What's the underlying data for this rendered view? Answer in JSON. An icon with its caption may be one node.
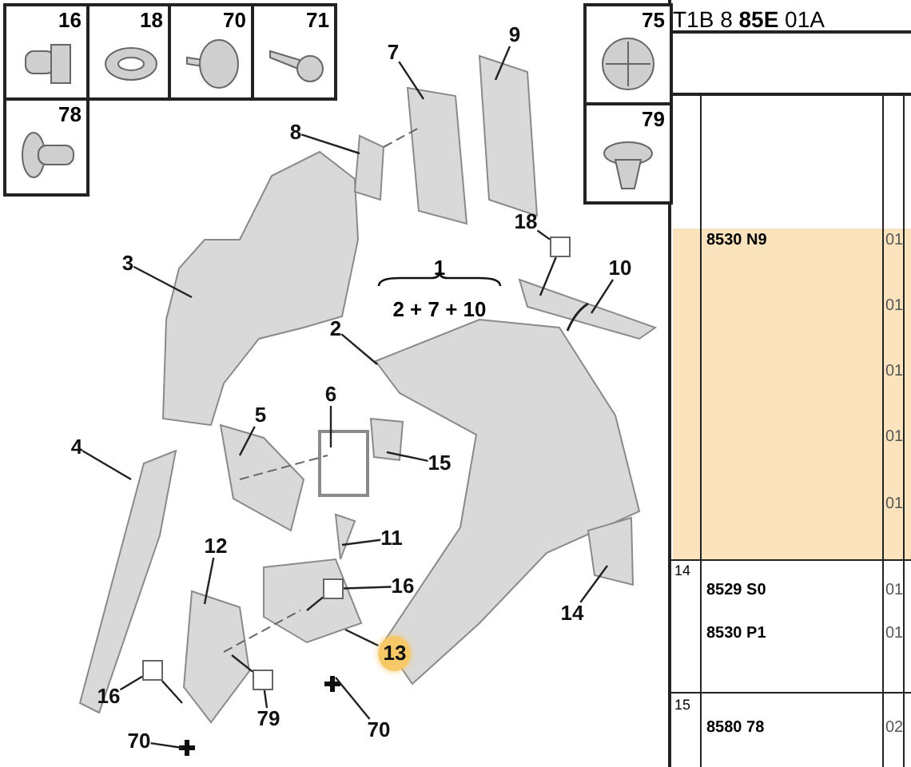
{
  "diagram": {
    "nodes": [
      {
        "text": [
          "16"
        ]
      },
      {
        "text": [
          "18"
        ]
      },
      {
        "text": [
          "70"
        ]
      },
      {
        "text": [
          "71"
        ]
      },
      {
        "text": [
          "75"
        ]
      },
      {
        "text": [
          "78"
        ]
      },
      {
        "text": [
          "79"
        ]
      },
      {
        "text": [
          "7"
        ]
      },
      {
        "text": [
          "9"
        ]
      },
      {
        "text": [
          "8"
        ]
      },
      {
        "text": [
          "18"
        ]
      },
      {
        "text": [],
        "shape": "box"
      },
      {
        "text": [
          "3"
        ]
      },
      {
        "text": [
          "10"
        ]
      },
      {
        "text": [
          "2"
        ]
      },
      {
        "text": [
          "4"
        ]
      },
      {
        "text": [
          "5"
        ]
      },
      {
        "text": [
          "6"
        ]
      },
      {
        "text": [
          "15"
        ]
      },
      {
        "text": [
          "11"
        ]
      },
      {
        "text": [
          "12"
        ]
      },
      {
        "text": [
          "16"
        ]
      },
      {
        "text": [],
        "shape": "box"
      },
      {
        "text": [
          "13"
        ]
      },
      {
        "text": [
          "14"
        ]
      },
      {
        "text": [
          "16"
        ]
      },
      {
        "text": [],
        "shape": "box"
      },
      {
        "text": [],
        "shape": "box"
      },
      {
        "text": [
          "79"
        ]
      },
      {
        "text": [
          "70"
        ]
      },
      {
        "text": [
          "70"
        ]
      }
    ],
    "edges": [
      {
        "from": 7,
        "to": null,
        "arrow": "none"
      },
      {
        "from": 8,
        "to": null,
        "arrow": "none"
      },
      {
        "from": 9,
        "to": null,
        "arrow": "none"
      },
      {
        "from": 10,
        "to": 11,
        "arrow": "none"
      },
      {
        "from": 11,
        "to": null,
        "arrow": "none"
      },
      {
        "from": 12,
        "to": null,
        "arrow": "none"
      },
      {
        "from": 13,
        "to": null,
        "arrow": "none"
      },
      {
        "from": 14,
        "to": null,
        "arrow": "none"
      },
      {
        "from": 15,
        "to": null,
        "arrow": "none"
      },
      {
        "from": 16,
        "to": null,
        "arrow": "none"
      },
      {
        "from": 17,
        "to": null,
        "arrow": "none"
      },
      {
        "from": 18,
        "to": null,
        "arrow": "none"
      },
      {
        "from": 19,
        "to": null,
        "arrow": "none"
      },
      {
        "from": 20,
        "to": null,
        "arrow": "none"
      },
      {
        "from": 21,
        "to": 22,
        "arrow": "none"
      },
      {
        "from": 22,
        "to": null,
        "arrow": "none"
      },
      {
        "from": 23,
        "to": null,
        "arrow": "none"
      },
      {
        "from": 24,
        "to": null,
        "arrow": "none"
      },
      {
        "from": 25,
        "to": 26,
        "arrow": "none"
      },
      {
        "from": 26,
        "to": null,
        "arrow": "none"
      },
      {
        "from": 28,
        "to": 27,
        "arrow": "none"
      },
      {
        "from": 27,
        "to": null,
        "arrow": "none"
      },
      {
        "from": 29,
        "to": null,
        "arrow": "none"
      },
      {
        "from": 30,
        "to": null,
        "arrow": "none"
      }
    ],
    "labels": [
      "1",
      "2 + 7 + 10",
      "T1B 8 **85E** 01A",
      "8530 N9",
      "01",
      "01",
      "01",
      "01",
      "01",
      "14",
      "8529 S0",
      "01",
      "8530 P1",
      "01",
      "15",
      "8580 78",
      "02"
    ]
  }
}
